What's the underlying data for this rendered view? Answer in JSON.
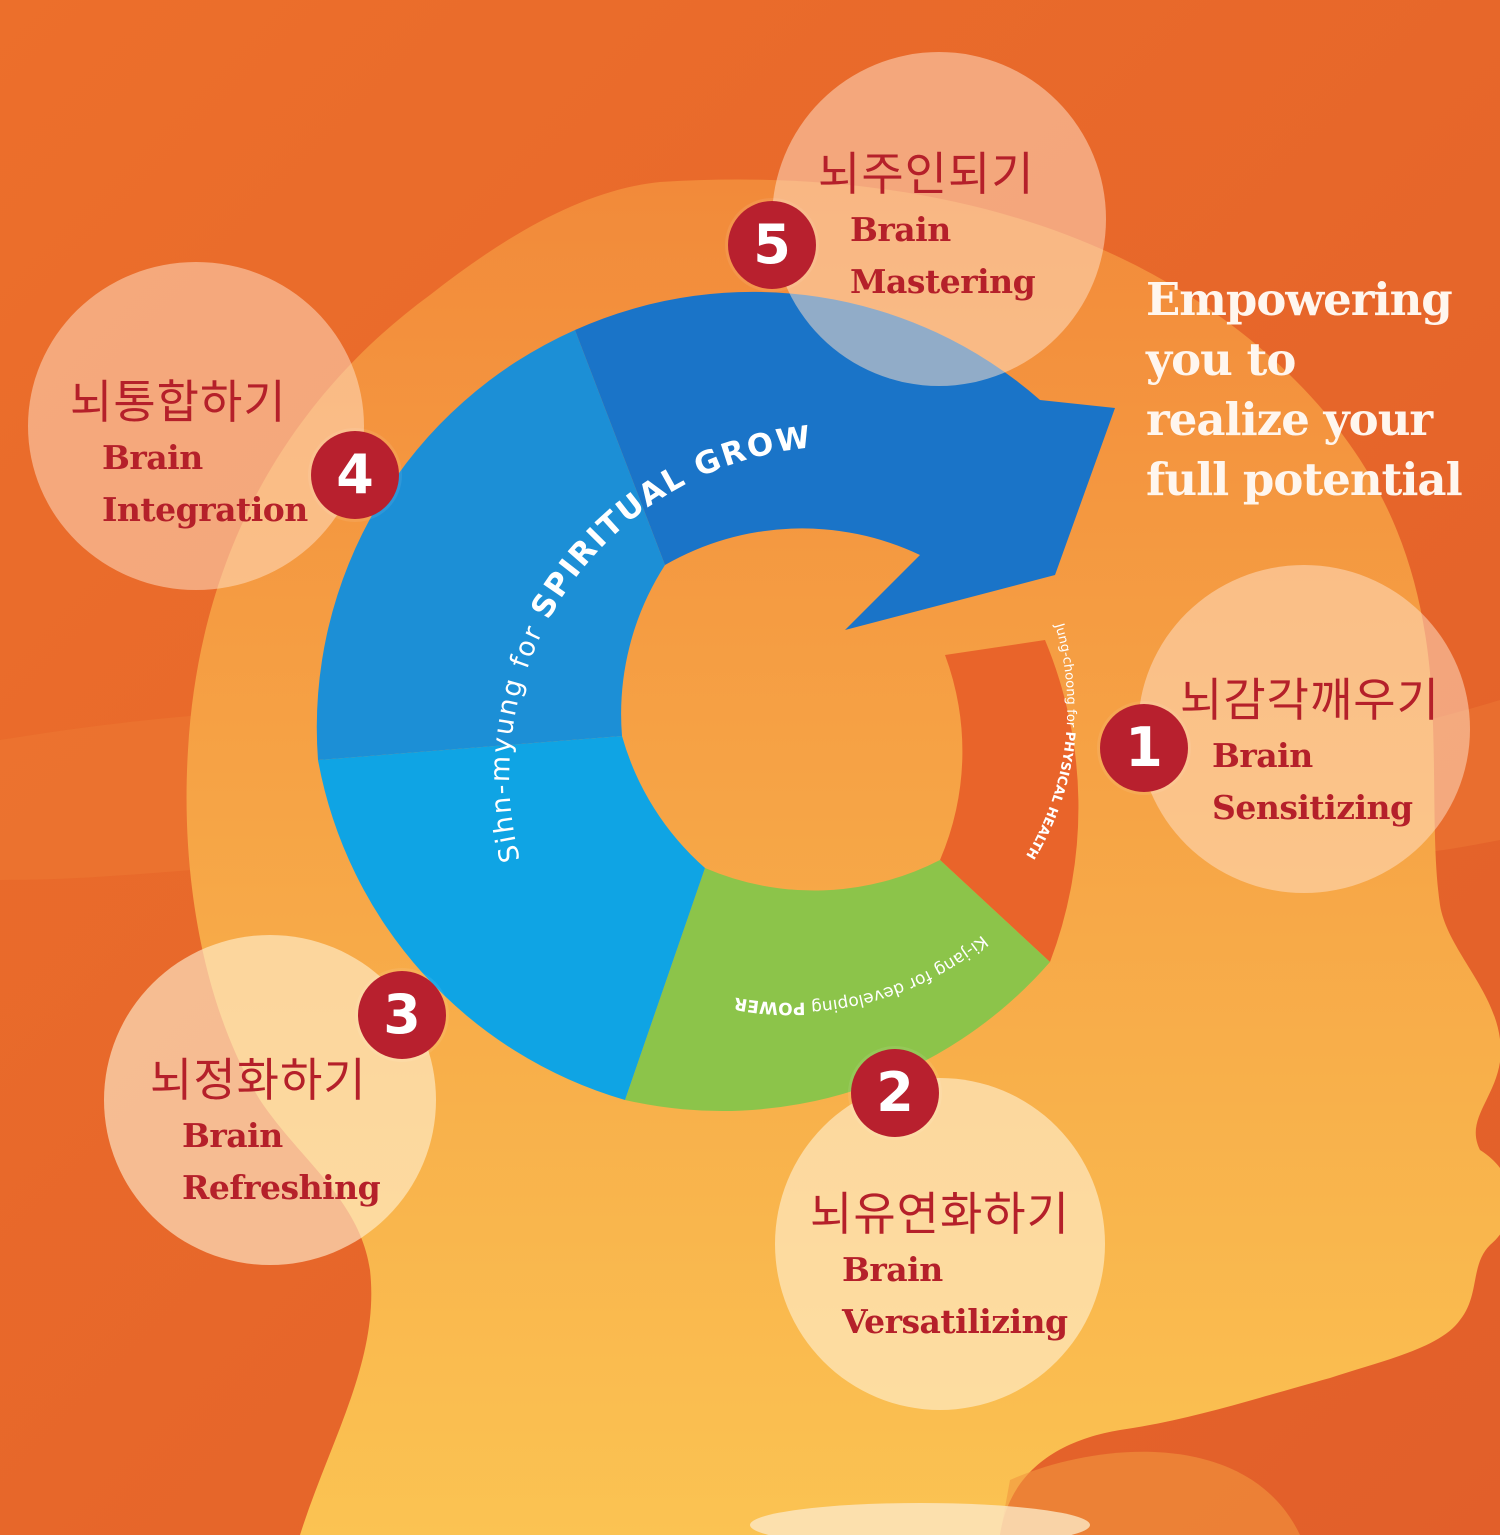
{
  "colors": {
    "background": "#e8662a",
    "head": "#f6a646",
    "ring_blue_dark": "#1a74c8",
    "ring_blue_mid": "#0f8ed8",
    "ring_blue_light": "#14a8e6",
    "ring_green": "#8cc44a",
    "ring_orange": "#e9642a",
    "badge": "#b8202e",
    "bubble_text": "#b5202a"
  },
  "tagline": [
    "Empowering",
    "you to",
    "realize your",
    "full potential"
  ],
  "ring_labels": {
    "spiritual_prefix": "Sihn-myung for ",
    "spiritual_strong": "SPIRITUAL GROWTH",
    "physical_prefix": "Jung-choong for ",
    "physical_strong": "PHYSICAL HEALTH",
    "power_prefix": "Ki-jang for developing ",
    "power_strong": "POWER"
  },
  "steps": [
    {
      "number": "1",
      "korean": "뇌감각깨우기",
      "english_line1": "Brain",
      "english_line2": "Sensitizing"
    },
    {
      "number": "2",
      "korean": "뇌유연화하기",
      "english_line1": "Brain",
      "english_line2": "Versatilizing"
    },
    {
      "number": "3",
      "korean": "뇌정화하기",
      "english_line1": "Brain",
      "english_line2": "Refreshing"
    },
    {
      "number": "4",
      "korean": "뇌통합하기",
      "english_line1": "Brain",
      "english_line2": "Integration"
    },
    {
      "number": "5",
      "korean": "뇌주인되기",
      "english_line1": "Brain",
      "english_line2": "Mastering"
    }
  ]
}
